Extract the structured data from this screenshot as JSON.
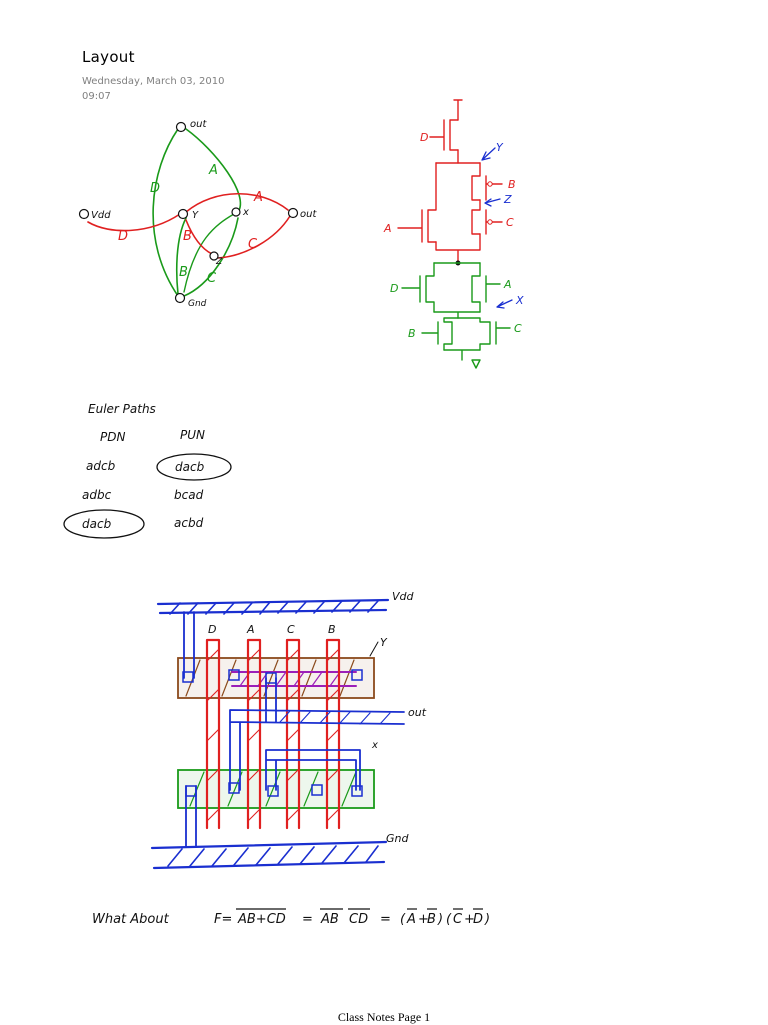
{
  "page": {
    "title": "Layout",
    "date": "Wednesday, March 03, 2010",
    "time": "09:07",
    "footer": "Class Notes Page 1"
  },
  "colors": {
    "ink_black": "#111111",
    "ink_red": "#e02020",
    "ink_green": "#1a9a1a",
    "ink_blue": "#1a2fd0",
    "ink_brown": "#8b4a1c",
    "ink_purple": "#9b1fb8"
  },
  "graph": {
    "nodes": {
      "out_top": "out",
      "vdd": "Vdd",
      "y": "Y",
      "x": "x",
      "out_right": "out",
      "z": "Z",
      "gnd": "Gnd"
    },
    "edges": {
      "d_green": "D",
      "a_green": "A",
      "a_red": "A",
      "d_red": "D",
      "b_red": "B",
      "c_red": "C",
      "b_green": "B",
      "c_green": "C"
    }
  },
  "schematic": {
    "pmos": {
      "d": "D",
      "a": "A",
      "b": "B",
      "c": "C",
      "y": "Y",
      "z": "Z"
    },
    "nmos": {
      "d": "D",
      "a": "A",
      "b": "B",
      "c": "C",
      "x": "X"
    }
  },
  "euler": {
    "heading": "Euler Paths",
    "col_pdn": "PDN",
    "col_pun": "PUN",
    "rows": [
      {
        "pdn": "adcb",
        "pun": "dacb",
        "pdn_circled": false,
        "pun_circled": true
      },
      {
        "pdn": "adbc",
        "pun": "bcad",
        "pdn_circled": false,
        "pun_circled": false
      },
      {
        "pdn": "dacb",
        "pun": "acbd",
        "pdn_circled": true,
        "pun_circled": false
      }
    ]
  },
  "stick": {
    "vdd": "Vdd",
    "gnd": "Gnd",
    "y": "Y",
    "out": "out",
    "x": "x",
    "gates": [
      "D",
      "A",
      "C",
      "B"
    ]
  },
  "formula": {
    "prefix": "What About",
    "f": "F=",
    "ab_cd": "AB+CD",
    "eq1": "=",
    "ab": "AB",
    "cd": "CD",
    "eq2": "=",
    "open1": "(",
    "a_bar": "A",
    "plus1": "+",
    "b_bar": "B",
    "close1": ")",
    "open2": "(",
    "c_bar": "C",
    "plus2": "+",
    "d_bar": "D",
    "close2": ")"
  }
}
